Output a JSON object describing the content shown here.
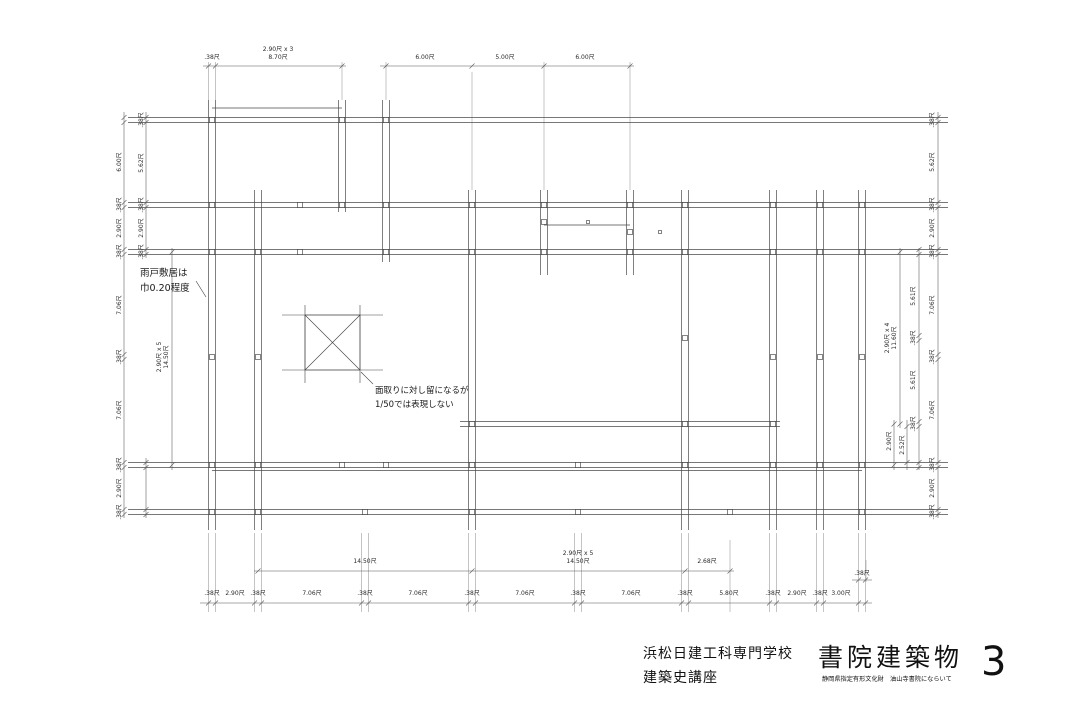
{
  "dims": {
    "top": [
      ".38尺",
      "2.90尺 x 3",
      "8.70尺",
      "6.00尺",
      "5.00尺",
      "6.00尺"
    ],
    "left_outer": [
      "6.00尺",
      ".38尺",
      "2.90尺",
      ".38尺",
      "7.06尺",
      ".38尺",
      "7.06尺",
      ".38尺",
      "2.90尺",
      ".38尺"
    ],
    "left_inner": [
      ".38尺",
      "5.62尺",
      ".38尺",
      "2.90尺",
      ".38尺"
    ],
    "left_span": [
      "2.90尺 x 5",
      "14.50尺"
    ],
    "right_outer": [
      ".38尺",
      "5.62尺",
      ".38尺",
      "2.90尺",
      ".38尺",
      "7.06尺",
      ".38尺",
      "7.06尺",
      ".38尺",
      "2.90尺",
      ".38尺"
    ],
    "right_inner": [
      "5.61尺",
      ".38尺",
      "5.61尺",
      ".38尺",
      "2.52尺",
      "2.90尺"
    ],
    "right_span": [
      "2.90尺 x 4",
      "11.60尺"
    ],
    "bottom_upper": [
      "14.50尺",
      "2.90尺 x 5",
      "14.50尺",
      "2.68尺",
      ".38尺"
    ],
    "bottom": [
      ".38尺",
      "2.90尺",
      ".38尺",
      "7.06尺",
      ".38尺",
      "7.06尺",
      ".38尺",
      "7.06尺",
      ".38尺",
      "7.06尺",
      ".38尺",
      "5.80尺",
      ".38尺",
      "2.90尺",
      ".38尺",
      "3.00尺"
    ]
  },
  "notes": {
    "shutter_sill": [
      "雨戸敷居は",
      "巾0.20程度"
    ],
    "chamfer": [
      "面取りに対し留になるが",
      "1/50では表現しない"
    ]
  },
  "title_block": {
    "school": "浜松日建工科専門学校",
    "course": "建築史講座",
    "title": "書院建築物",
    "sheet_number": "3",
    "subtitle": "静岡県指定有形文化財　油山寺書院にならいて"
  }
}
